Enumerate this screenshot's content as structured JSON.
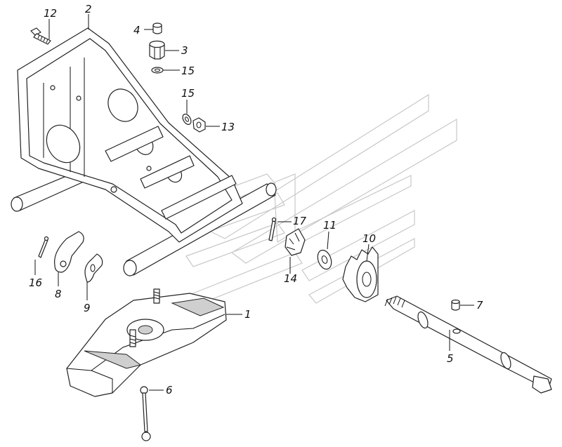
{
  "diagram": {
    "labels": {
      "p1": "1",
      "p2": "2",
      "p3": "3",
      "p4": "4",
      "p5": "5",
      "p6": "6",
      "p7": "7",
      "p8": "8",
      "p9": "9",
      "p10": "10",
      "p11": "11",
      "p12": "12",
      "p13": "13",
      "p14": "14",
      "p15a": "15",
      "p15b": "15",
      "p16": "16",
      "p17": "17"
    }
  }
}
